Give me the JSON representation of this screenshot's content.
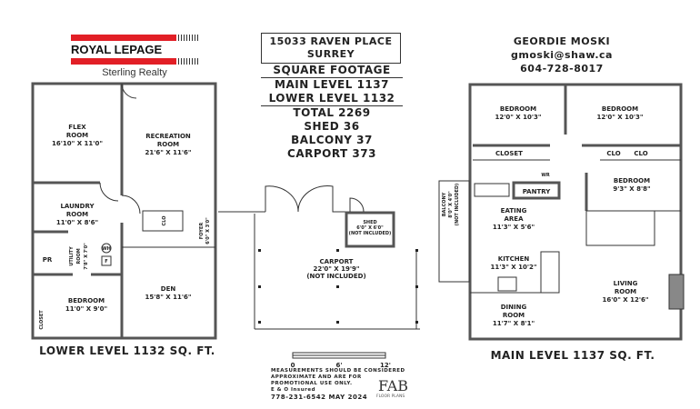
{
  "brand": {
    "name": "ROYAL LEPAGE",
    "office": "Sterling Realty",
    "color": "#e21f26"
  },
  "property": {
    "address": "15033 RAVEN PLACE",
    "city": "SURREY"
  },
  "square_footage": {
    "title": "SQUARE FOOTAGE",
    "main": "MAIN LEVEL 1137",
    "lower": "LOWER LEVEL 1132",
    "total": "TOTAL 2269"
  },
  "extras": {
    "shed": "SHED 36",
    "balcony": "BALCONY 37",
    "carport": "CARPORT 373"
  },
  "agent": {
    "name": "GEORDIE MOSKI",
    "email": "gmoski@shaw.ca",
    "phone": "604-728-8017"
  },
  "lower_level": {
    "label": "LOWER LEVEL 1132 SQ. FT.",
    "rooms": {
      "flex": [
        "FLEX",
        "ROOM",
        "16'10\" X 11'0\""
      ],
      "recreation": [
        "RECREATION",
        "ROOM",
        "21'6\" X 11'6\""
      ],
      "laundry": [
        "LAUNDRY",
        "ROOM",
        "11'0\" X 8'6\""
      ],
      "utility": [
        "UTILITY",
        "ROOM",
        "7'8\" X 7'0\""
      ],
      "pr": "PR",
      "wh": "WH",
      "f": "F",
      "bedroom": [
        "BEDROOM",
        "11'0\" X 9'0\""
      ],
      "closet": "CLOSET",
      "den": [
        "DEN",
        "15'8\" X 11'6\""
      ],
      "foyer": [
        "FOYER",
        "6'0\" X 3'0\""
      ],
      "clo": "CLO"
    }
  },
  "outdoor": {
    "carport": [
      "CARPORT",
      "22'0\" X 19'9\"",
      "(NOT INCLUDED)"
    ],
    "shed": [
      "SHED",
      "6'0\" X 6'0\"",
      "(NOT INCLUDED)"
    ]
  },
  "main_level": {
    "label": "MAIN LEVEL 1137 SQ. FT.",
    "rooms": {
      "bedroom1": [
        "BEDROOM",
        "12'0\" X 10'3\""
      ],
      "bedroom2": [
        "BEDROOM",
        "12'0\" X 10'3\""
      ],
      "bedroom3": [
        "BEDROOM",
        "9'3\" X 8'8\""
      ],
      "closet": "CLOSET",
      "clo": "CLO",
      "wr": "WR",
      "pantry": "PANTRY",
      "eating": [
        "EATING",
        "AREA",
        "11'3\" X 5'6\""
      ],
      "kitchen": [
        "KITCHEN",
        "11'3\" X 10'2\""
      ],
      "living": [
        "LIVING",
        "ROOM",
        "16'0\" X 12'6\""
      ],
      "dining": [
        "DINING",
        "ROOM",
        "11'7\" X 8'1\""
      ],
      "balcony": [
        "BALCONY",
        "8'0\" X 4'0\"",
        "(NOT INCLUDED)"
      ]
    }
  },
  "scale": {
    "ticks": [
      "0",
      "6'",
      "12'"
    ]
  },
  "disclaimer": [
    "MEASUREMENTS SHOULD BE CONSIDERED",
    "APPROXIMATE AND ARE FOR",
    "PROMOTIONAL USE ONLY.",
    "E & O Insured",
    "778-231-6542  MAY 2024"
  ],
  "fab_logo": {
    "name": "FAB",
    "sub": "FLOOR PLANS"
  }
}
